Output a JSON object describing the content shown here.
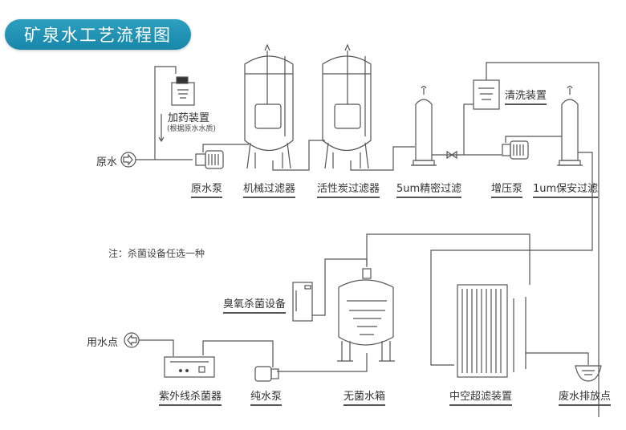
{
  "title": "矿泉水工艺流程图",
  "note": "注：杀菌设备任选一种",
  "inlet": {
    "label": "原水"
  },
  "outlet": {
    "label": "用水点"
  },
  "equipment": {
    "dosing": {
      "label": "加药装置",
      "sub": "(根据原水水质)"
    },
    "raw_pump": {
      "label": "原水泵"
    },
    "mech_filter": {
      "label": "机械过滤器"
    },
    "carbon_filter": {
      "label": "活性炭过滤器"
    },
    "precision_filter": {
      "label": "5um精密过滤"
    },
    "cleaning": {
      "label": "清洗装置"
    },
    "booster_pump": {
      "label": "增压泵"
    },
    "security_filter": {
      "label": "1um保安过滤"
    },
    "ozone": {
      "label": "臭氧杀菌设备"
    },
    "sterile_tank": {
      "label": "无菌水箱"
    },
    "uf": {
      "label": "中空超滤装置"
    },
    "drain": {
      "label": "废水排放点"
    },
    "uv": {
      "label": "紫外线杀菌器"
    },
    "pure_pump": {
      "label": "纯水泵"
    }
  },
  "colors": {
    "accent": "#1f8fb3",
    "line": "#555555"
  }
}
